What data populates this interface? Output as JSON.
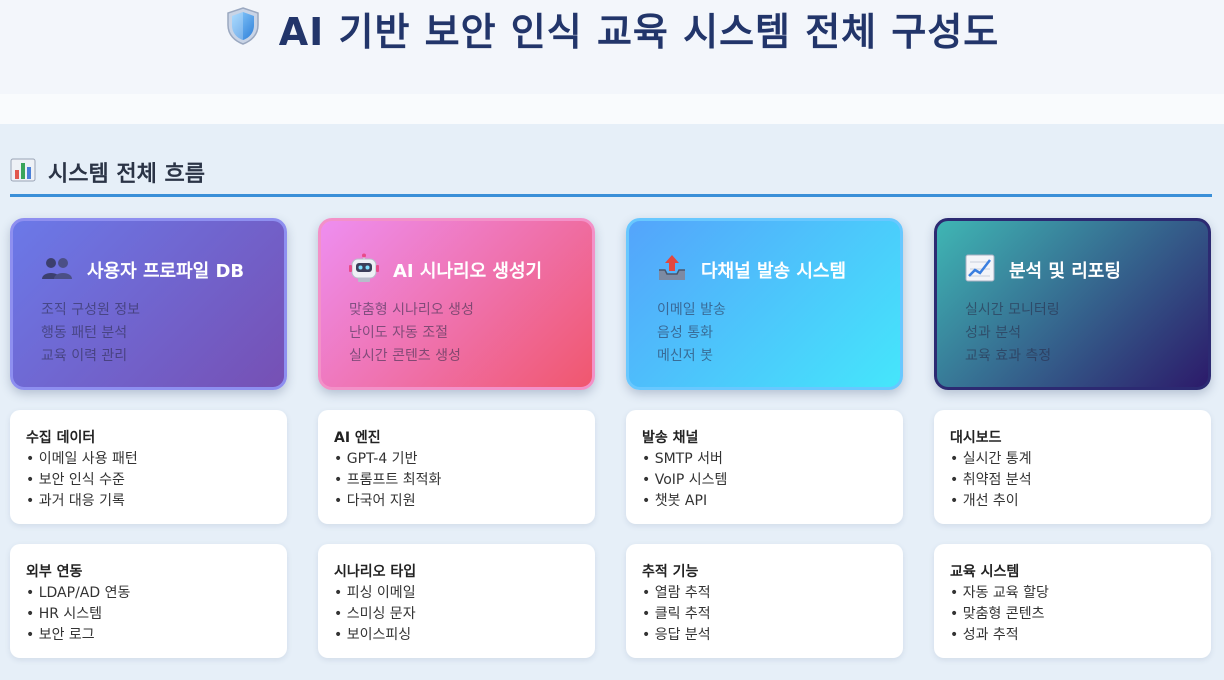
{
  "page": {
    "title": "AI 기반 보안 인식 교육 시스템 전체 구성도",
    "title_icon": "shield-icon"
  },
  "section": {
    "title": "시스템 전체 흐름",
    "icon": "bar-chart-icon"
  },
  "colors": {
    "title_text": "#22356a",
    "section_rule": "#3a8fd8",
    "background": "#e6eff8"
  },
  "columns": [
    {
      "icon": "users-icon",
      "title": "사용자 프로파일 DB",
      "items": [
        "조직 구성원 정보",
        "행동 패턴 분석",
        "교육 이력 관리"
      ],
      "cards": [
        {
          "title": "수집 데이터",
          "items": [
            "이메일 사용 패턴",
            "보안 인식 수준",
            "과거 대응 기록"
          ]
        },
        {
          "title": "외부 연동",
          "items": [
            "LDAP/AD 연동",
            "HR 시스템",
            "보안 로그"
          ]
        }
      ]
    },
    {
      "icon": "robot-icon",
      "title": "AI 시나리오 생성기",
      "items": [
        "맞춤형 시나리오 생성",
        "난이도 자동 조절",
        "실시간 콘텐츠 생성"
      ],
      "cards": [
        {
          "title": "AI 엔진",
          "items": [
            "GPT-4 기반",
            "프롬프트 최적화",
            "다국어 지원"
          ]
        },
        {
          "title": "시나리오 타입",
          "items": [
            "피싱 이메일",
            "스미싱 문자",
            "보이스피싱"
          ]
        }
      ]
    },
    {
      "icon": "outbox-tray-icon",
      "title": "다채널 발송 시스템",
      "items": [
        "이메일 발송",
        "음성 통화",
        "메신저 봇"
      ],
      "cards": [
        {
          "title": "발송 채널",
          "items": [
            "SMTP 서버",
            "VoIP 시스템",
            "챗봇 API"
          ]
        },
        {
          "title": "추적 기능",
          "items": [
            "열람 추적",
            "클릭 추적",
            "응답 분석"
          ]
        }
      ]
    },
    {
      "icon": "trend-chart-icon",
      "title": "분석 및 리포팅",
      "items": [
        "실시간 모니터링",
        "성과 분석",
        "교육 효과 측정"
      ],
      "cards": [
        {
          "title": "대시보드",
          "items": [
            "실시간 통계",
            "취약점 분석",
            "개선 추이"
          ]
        },
        {
          "title": "교육 시스템",
          "items": [
            "자동 교육 할당",
            "맞춤형 콘텐츠",
            "성과 추적"
          ]
        }
      ]
    }
  ]
}
